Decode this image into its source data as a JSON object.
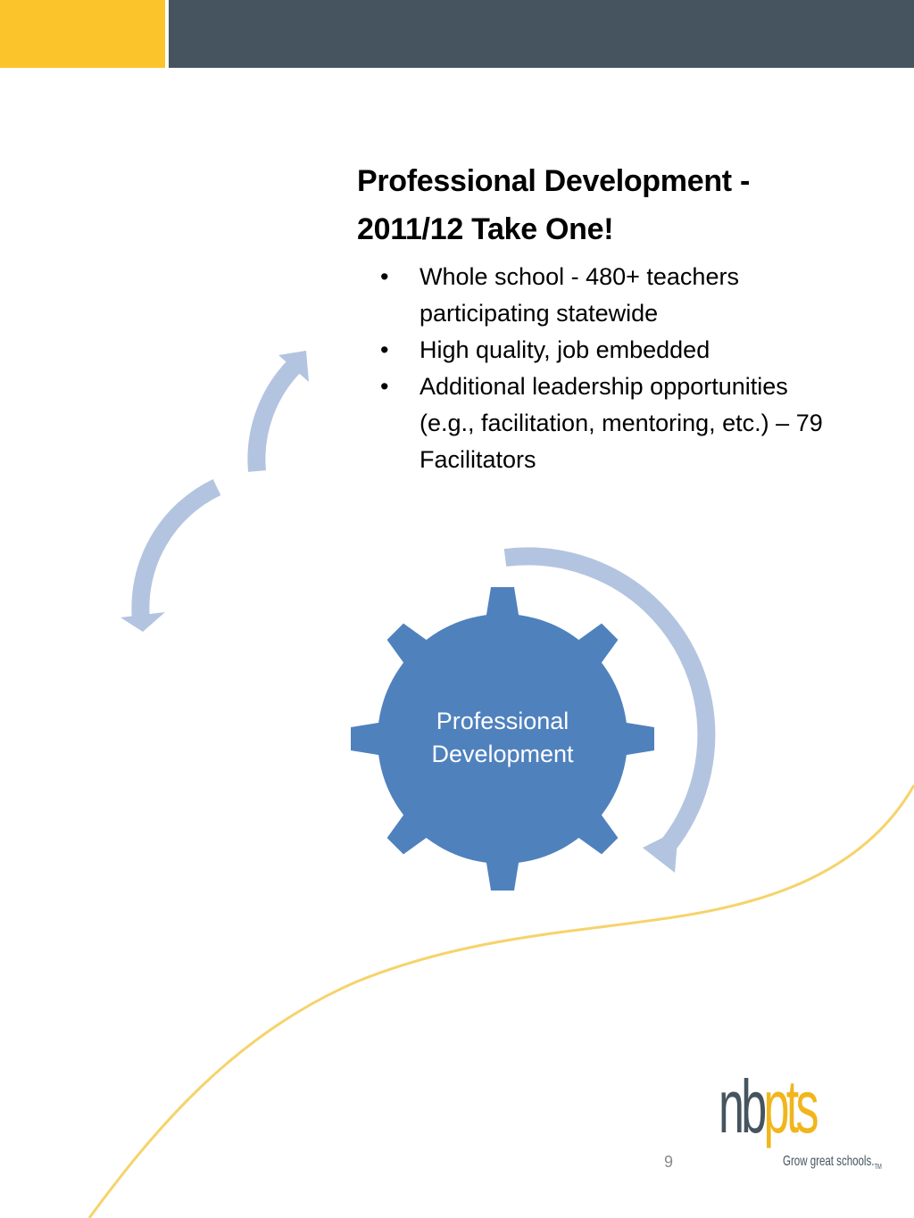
{
  "colors": {
    "accent": "#fcc42b",
    "bar": "#45545e",
    "gear": "#4f81bd",
    "arrow": "#b3c4e0",
    "swoosh": "#f6d36a"
  },
  "slide": {
    "title": "Professional Development - 2011/12 Take One!",
    "bullet_symbol": "•",
    "bullets": [
      "Whole school - 480+ teachers participating statewide",
      "High quality, job embedded",
      "Additional leadership opportunities (e.g., facilitation, mentoring, etc.) – 79 Facilitators"
    ]
  },
  "diagram": {
    "gear_label": "Professional Development",
    "gear_icon": "gear-icon",
    "arrow_icon": "curved-arrow-icon",
    "arrow_count": 3
  },
  "footer": {
    "page_number": "9",
    "logo_prefix": "nb",
    "logo_suffix": "pts",
    "logo_tagline": "Grow great schools.",
    "logo_tm": "TM"
  }
}
